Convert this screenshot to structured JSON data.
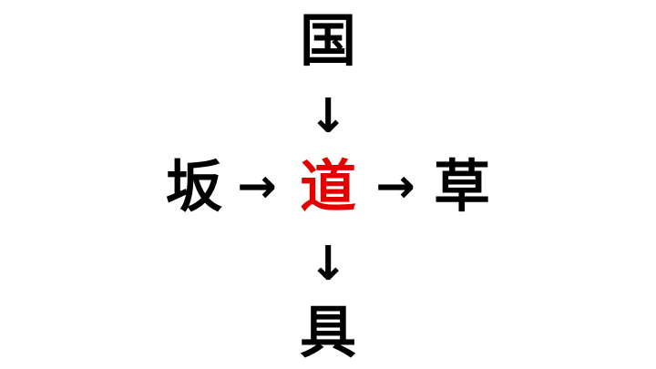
{
  "puzzle": {
    "top_char": "国",
    "left_char": "坂",
    "center_char": "道",
    "right_char": "草",
    "bottom_char": "具",
    "arrow_down": "↓",
    "arrow_right": "→",
    "center_color": "#e50000",
    "text_color": "#000000"
  }
}
